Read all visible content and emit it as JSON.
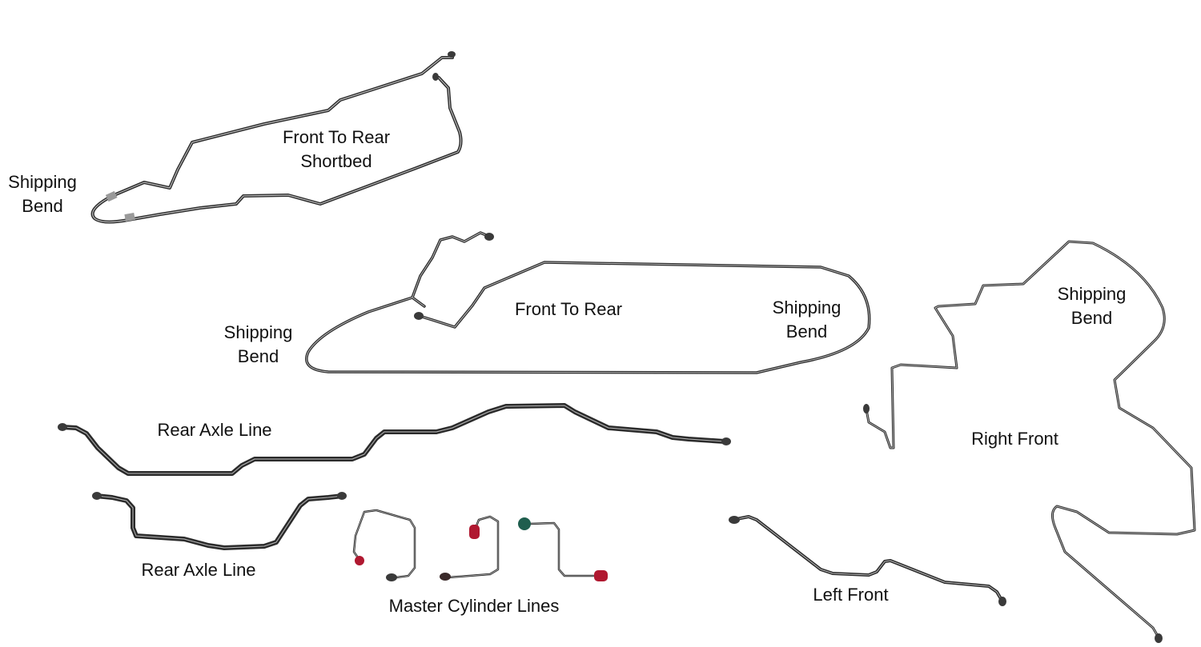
{
  "image": {
    "description": "Brake line kit product photo",
    "background_color": "#ffffff"
  },
  "labels": {
    "shipping_bend_1": {
      "line1": "Shipping",
      "line2": "Bend"
    },
    "front_to_rear_shortbed": {
      "line1": "Front To Rear",
      "line2": "Shortbed"
    },
    "shipping_bend_2": {
      "line1": "Shipping",
      "line2": "Bend"
    },
    "front_to_rear": "Front To Rear",
    "shipping_bend_3": {
      "line1": "Shipping",
      "line2": "Bend"
    },
    "shipping_bend_4": {
      "line1": "Shipping",
      "line2": "Bend"
    },
    "right_front": "Right Front",
    "rear_axle_line_1": "Rear Axle Line",
    "rear_axle_line_2": "Rear Axle Line",
    "master_cylinder_lines": "Master Cylinder Lines",
    "left_front": "Left Front"
  },
  "parts": [
    {
      "name": "Front To Rear Shortbed",
      "fittings": 2
    },
    {
      "name": "Front To Rear",
      "fittings": 2
    },
    {
      "name": "Right Front",
      "fittings": 2
    },
    {
      "name": "Rear Axle Line",
      "fittings": 2
    },
    {
      "name": "Rear Axle Line",
      "fittings": 2
    },
    {
      "name": "Master Cylinder Lines",
      "count": 3,
      "cap_colors": [
        "#b01830",
        "#3a3a3a",
        "#1f5e4e"
      ]
    },
    {
      "name": "Left Front",
      "fittings": 2
    }
  ],
  "colors": {
    "tube_dark": "#2b2b2b",
    "tube_highlight": "#b9b9b9",
    "fitting": "#3a3a3a",
    "cap_red": "#b01830",
    "cap_green": "#1f5e4e",
    "shipping_clip": "#9a9a9a",
    "text": "#111111"
  }
}
